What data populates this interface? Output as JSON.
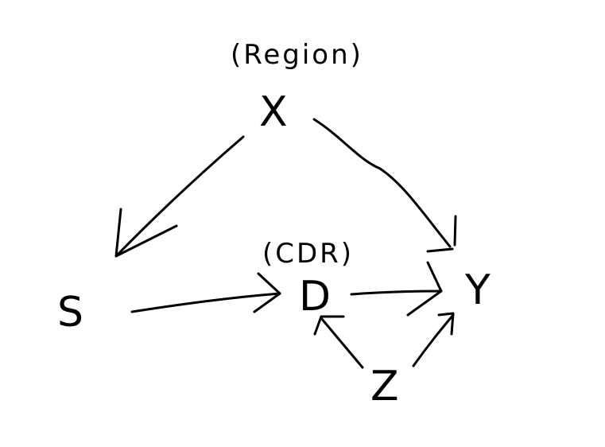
{
  "diagram": {
    "nodes": [
      {
        "id": "X",
        "label": "X",
        "annotation": "(Region)"
      },
      {
        "id": "S",
        "label": "S",
        "annotation": ""
      },
      {
        "id": "D",
        "label": "D",
        "annotation": "(CDR)"
      },
      {
        "id": "Y",
        "label": "Y",
        "annotation": ""
      },
      {
        "id": "Z",
        "label": "Z",
        "annotation": ""
      }
    ],
    "edges": [
      {
        "from": "X",
        "to": "S"
      },
      {
        "from": "X",
        "to": "Y"
      },
      {
        "from": "S",
        "to": "D"
      },
      {
        "from": "D",
        "to": "Y"
      },
      {
        "from": "Z",
        "to": "D"
      },
      {
        "from": "Z",
        "to": "Y"
      }
    ],
    "ink_color": "#000000",
    "background": "#ffffff"
  }
}
